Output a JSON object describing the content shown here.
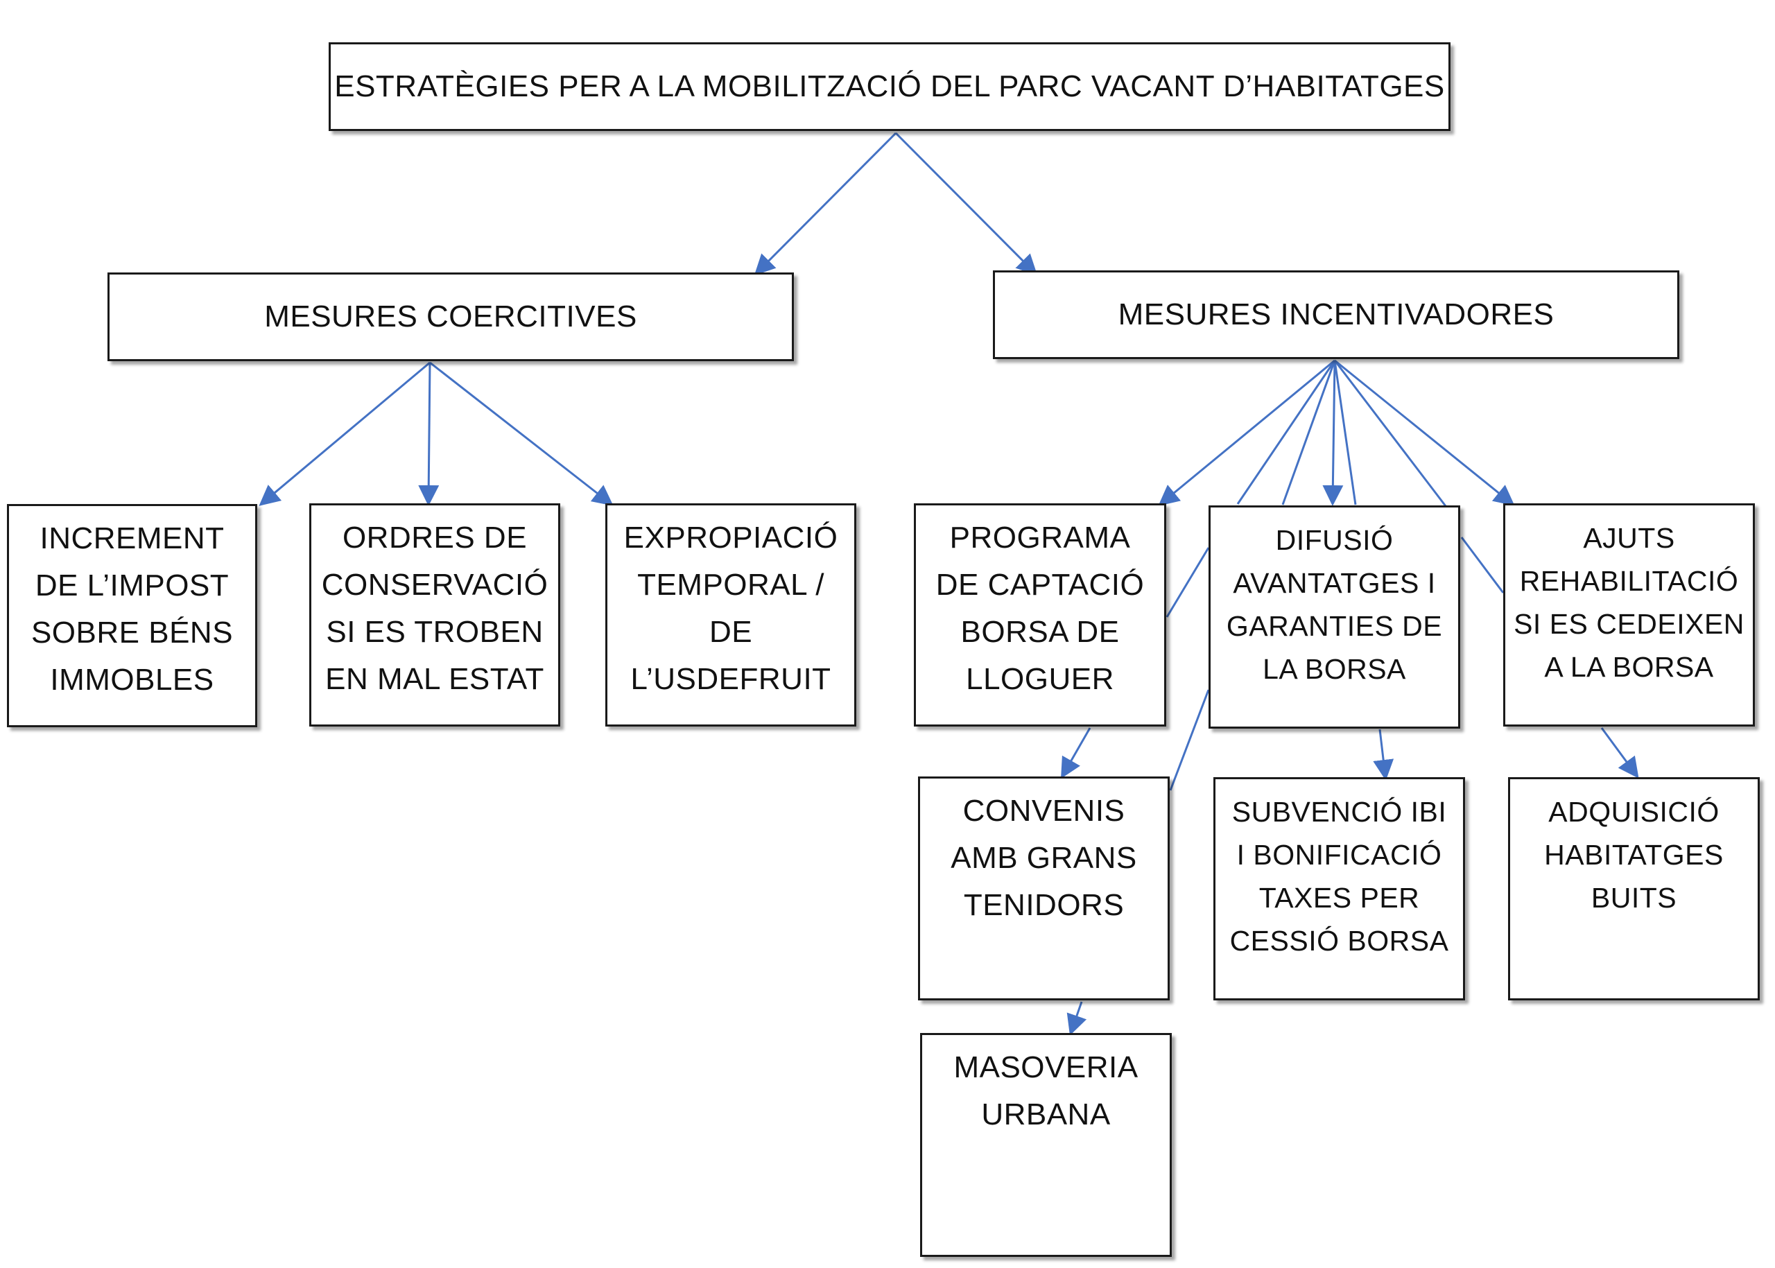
{
  "diagram": {
    "colors": {
      "connector": "#4472c4",
      "border": "#1a1a1a",
      "text": "#111111"
    },
    "root": {
      "lines": [
        "ESTRATÈGIES PER A LA MOBILITZACIÓ DEL PARC VACANT D’HABITATGES"
      ]
    },
    "coercive": {
      "header": {
        "lines": [
          "MESURES COERCITIVES"
        ]
      },
      "items": [
        {
          "lines": [
            "INCREMENT",
            "DE L’IMPOST",
            "SOBRE BÉNS",
            "IMMOBLES"
          ]
        },
        {
          "lines": [
            "ORDRES DE",
            "CONSERVACIÓ",
            "SI ES TROBEN",
            "EN MAL ESTAT"
          ]
        },
        {
          "lines": [
            "EXPROPIACIÓ",
            "TEMPORAL /",
            "DE",
            "L’USDEFRUIT"
          ]
        }
      ]
    },
    "incentive": {
      "header": {
        "lines": [
          "MESURES INCENTIVADORES"
        ]
      },
      "items": [
        {
          "lines": [
            "PROGRAMA",
            "DE CAPTACIÓ",
            "BORSA DE",
            "LLOGUER"
          ]
        },
        {
          "lines": [
            "DIFUSIÓ",
            "AVANTATGES I",
            "GARANTIES DE",
            "LA BORSA"
          ]
        },
        {
          "lines": [
            "AJUTS",
            "REHABILITACIÓ",
            "SI ES CEDEIXEN",
            "A LA BORSA"
          ]
        }
      ],
      "sub_items": [
        {
          "lines": [
            "CONVENIS",
            "AMB GRANS",
            "TENIDORS"
          ]
        },
        {
          "lines": [
            "SUBVENCIÓ IBI",
            "I BONIFICACIÓ",
            "TAXES PER",
            "CESSIÓ BORSA"
          ]
        },
        {
          "lines": [
            "ADQUISICIÓ",
            "HABITATGES",
            "BUITS"
          ]
        },
        {
          "lines": [
            "MASOVERIA",
            "URBANA"
          ]
        }
      ]
    }
  }
}
